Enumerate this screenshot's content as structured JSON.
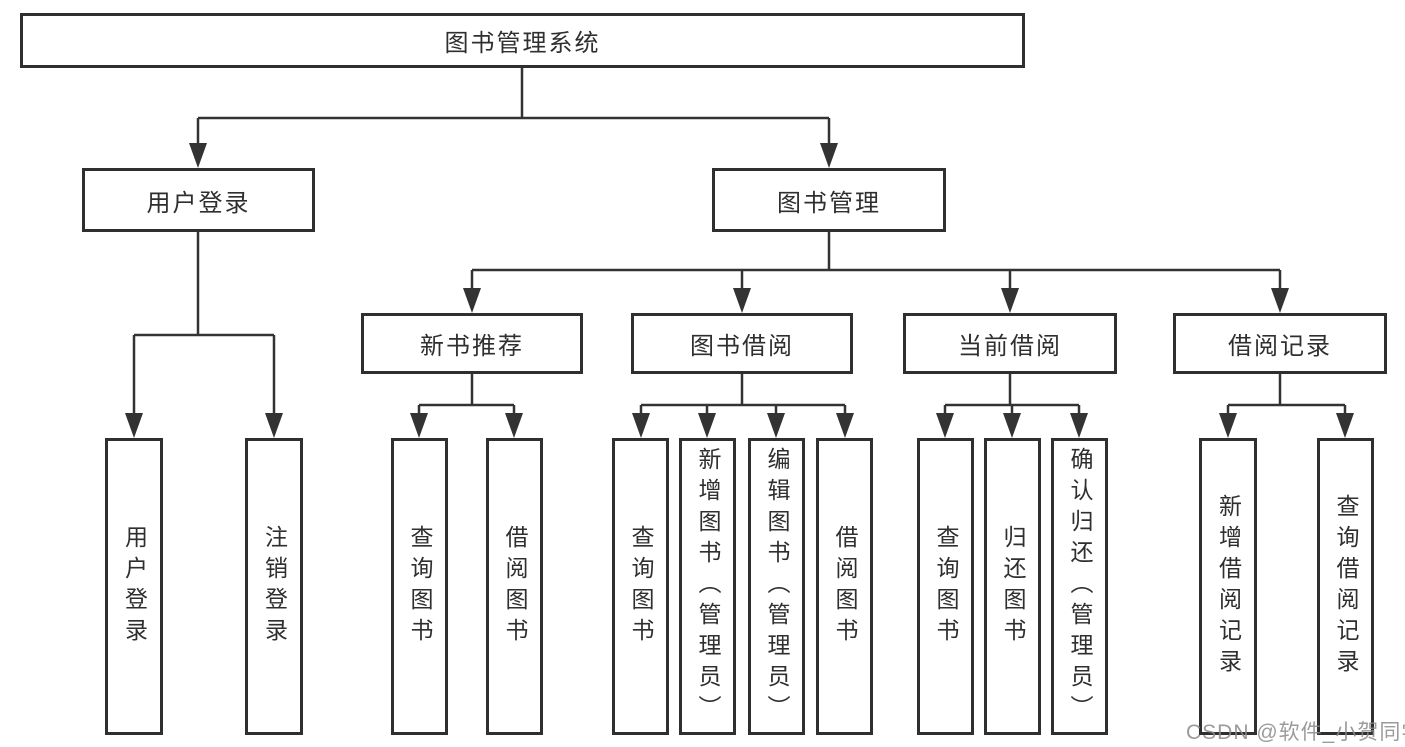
{
  "diagram": {
    "root": {
      "label": "图书管理系统"
    },
    "level1": [
      {
        "label": "用户登录"
      },
      {
        "label": "图书管理"
      }
    ],
    "level2": [
      {
        "label": "新书推荐"
      },
      {
        "label": "图书借阅"
      },
      {
        "label": "当前借阅"
      },
      {
        "label": "借阅记录"
      }
    ],
    "leaves": [
      {
        "label": "用户登录",
        "parent": "用户登录"
      },
      {
        "label": "注销登录",
        "parent": "用户登录"
      },
      {
        "label": "查询图书",
        "parent": "新书推荐"
      },
      {
        "label": "借阅图书",
        "parent": "新书推荐"
      },
      {
        "label": "查询图书",
        "parent": "图书借阅"
      },
      {
        "label": "新增图书（管理员）",
        "parent": "图书借阅"
      },
      {
        "label": "编辑图书（管理员）",
        "parent": "图书借阅"
      },
      {
        "label": "借阅图书",
        "parent": "图书借阅"
      },
      {
        "label": "查询图书",
        "parent": "当前借阅"
      },
      {
        "label": "归还图书",
        "parent": "当前借阅"
      },
      {
        "label": "确认归还（管理员）",
        "parent": "当前借阅"
      },
      {
        "label": "新增借阅记录",
        "parent": "借阅记录"
      },
      {
        "label": "查询借阅记录",
        "parent": "借阅记录"
      }
    ],
    "watermark": "CSDN @软件_小贺同学",
    "colors": {
      "line": "#333333",
      "box_border": "#2f2f2f",
      "text": "#2f2f2f",
      "watermark": "#8a8a8a",
      "background": "#ffffff"
    }
  }
}
